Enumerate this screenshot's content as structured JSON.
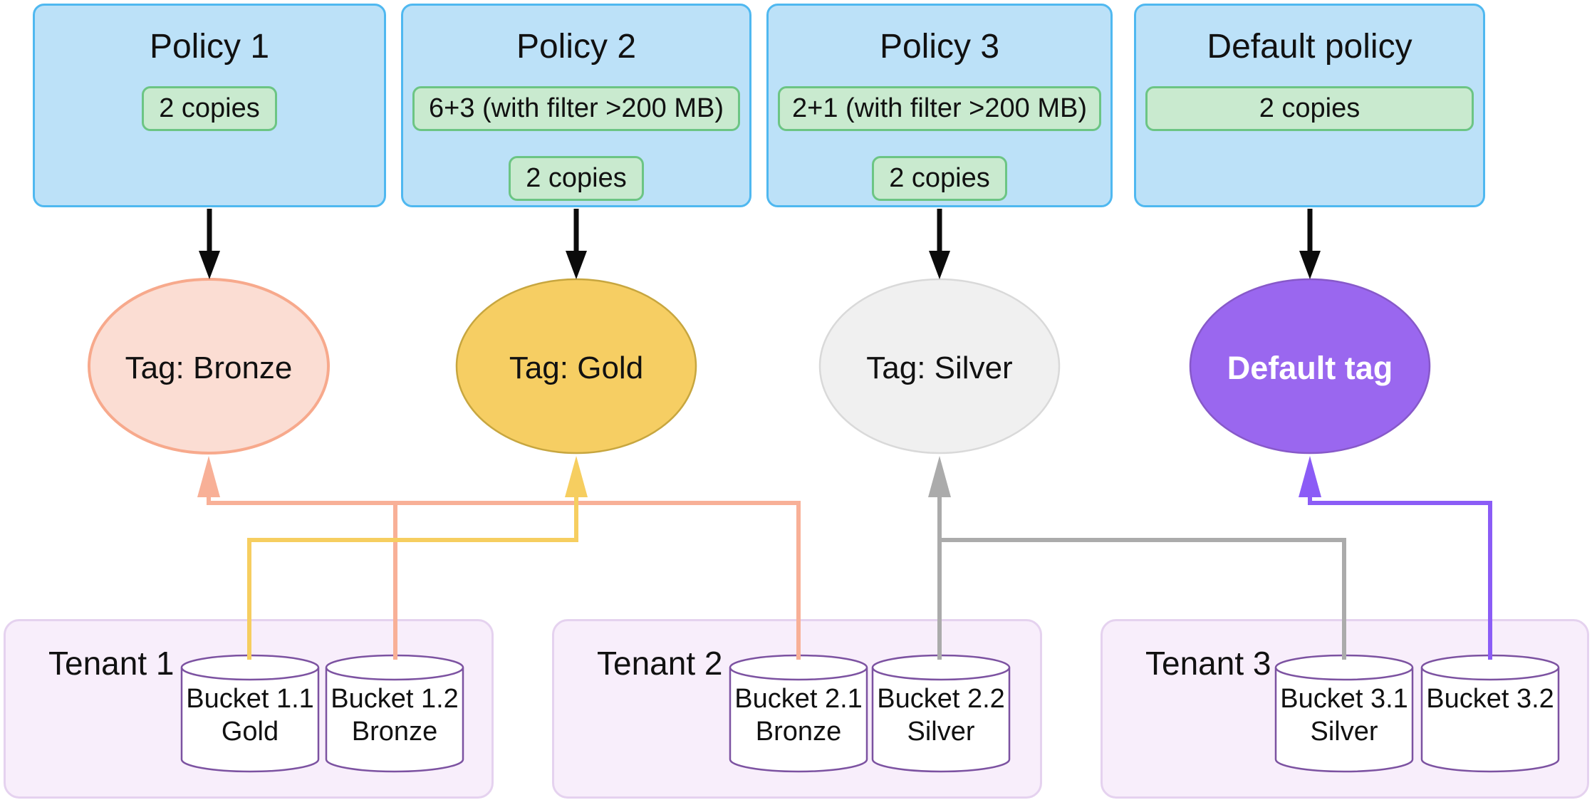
{
  "policies": [
    {
      "title": "Policy 1",
      "rules": [
        "2 copies"
      ]
    },
    {
      "title": "Policy 2",
      "rules": [
        "6+3 (with filter >200 MB)",
        "2 copies"
      ]
    },
    {
      "title": "Policy 3",
      "rules": [
        "2+1 (with filter >200 MB)",
        "2 copies"
      ]
    },
    {
      "title": "Default policy",
      "rules": [
        "2 copies"
      ]
    }
  ],
  "tags": [
    {
      "label": "Tag: Bronze",
      "fill": "#FBDDD3",
      "stroke": "#F7A98C"
    },
    {
      "label": "Tag: Gold",
      "fill": "#F6CE63",
      "stroke": "#C7A63F"
    },
    {
      "label": "Tag: Silver",
      "fill": "#F0F0F0",
      "stroke": "#D9D9D9"
    },
    {
      "label": "Default tag",
      "fill": "#9A67EF",
      "stroke": "#8759C9"
    }
  ],
  "tenants": [
    {
      "name": "Tenant 1",
      "buckets": [
        {
          "name": "Bucket 1.1",
          "tag": "Gold"
        },
        {
          "name": "Bucket 1.2",
          "tag": "Bronze"
        }
      ]
    },
    {
      "name": "Tenant 2",
      "buckets": [
        {
          "name": "Bucket 2.1",
          "tag": "Bronze"
        },
        {
          "name": "Bucket 2.2",
          "tag": "Silver"
        }
      ]
    },
    {
      "name": "Tenant 3",
      "buckets": [
        {
          "name": "Bucket 3.1",
          "tag": "Silver"
        },
        {
          "name": "Bucket 3.2",
          "tag": ""
        }
      ]
    }
  ],
  "connections": [
    {
      "from": "Bucket 1.1",
      "to": "Tag: Gold",
      "color": "#F6CE60"
    },
    {
      "from": "Bucket 1.2",
      "to": "Tag: Bronze",
      "color": "#F8B097"
    },
    {
      "from": "Bucket 2.1",
      "to": "Tag: Bronze",
      "color": "#F8B097"
    },
    {
      "from": "Bucket 2.2",
      "to": "Tag: Silver",
      "color": "#ABABAB"
    },
    {
      "from": "Bucket 3.1",
      "to": "Tag: Silver",
      "color": "#ABABAB"
    },
    {
      "from": "Bucket 3.2",
      "to": "Default tag",
      "color": "#8B5CF6"
    }
  ],
  "colors": {
    "policy_fill": "#BCE1F8",
    "policy_border": "#4FB8F0",
    "rule_fill": "#C9EACF",
    "rule_border": "#6CC584",
    "tenant_fill": "#F8EEFB",
    "tenant_border": "#E5D2EF",
    "bucket_stroke": "#7C52A1",
    "bucket_fill": "#FFFFFF",
    "arrow_black": "#0B0B0B",
    "line_bronze": "#F8B097",
    "line_gold": "#F6CE60",
    "line_silver": "#ABABAB",
    "line_default": "#8B5CF6"
  }
}
